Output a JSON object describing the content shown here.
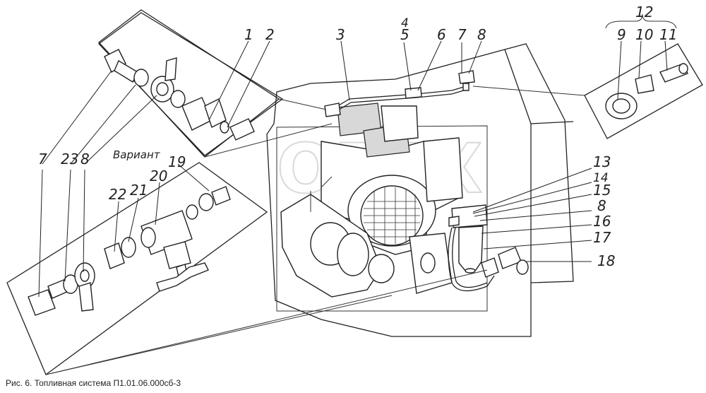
{
  "caption": "Рис. 6. Топливная система П1.01.06.000сб-3",
  "variant_label": "Вариант",
  "watermark": "ОРЕХ",
  "callouts": {
    "n1": "1",
    "n2": "2",
    "n3": "3",
    "n4": "4",
    "n5": "5",
    "n6": "6",
    "n7_top": "7",
    "n8_top": "8",
    "n9": "9",
    "n10": "10",
    "n11": "11",
    "n12": "12",
    "n13": "13",
    "n14": "14",
    "n15": "15",
    "n8_right": "8",
    "n16": "16",
    "n17": "17",
    "n18": "18",
    "n7_left": "7",
    "n23": "23",
    "n8_left": "8",
    "n22": "22",
    "n21": "21",
    "n20": "20",
    "n19": "19"
  }
}
